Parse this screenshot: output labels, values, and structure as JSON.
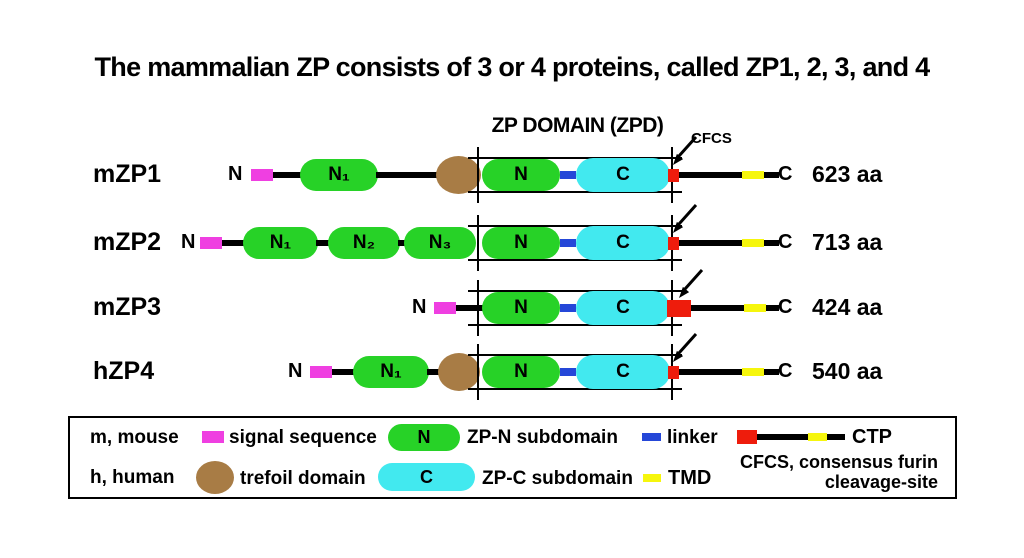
{
  "title": "The mammalian ZP consists of 3 or 4 proteins, called ZP1, 2, 3, and 4",
  "zpd": {
    "header": "ZP DOMAIN (ZPD)",
    "cfcs": "CFCS"
  },
  "rows": [
    {
      "name": "mZP1",
      "n_terminus": "N",
      "c_terminus": "C",
      "aa_length": "623 aa",
      "nterm_domains": [
        "N₁"
      ],
      "zp_n": "N",
      "zp_c": "C",
      "has_trefoil": true
    },
    {
      "name": "mZP2",
      "n_terminus": "N",
      "c_terminus": "C",
      "aa_length": "713 aa",
      "nterm_domains": [
        "N₁",
        "N₂",
        "N₃"
      ],
      "zp_n": "N",
      "zp_c": "C",
      "has_trefoil": false
    },
    {
      "name": "mZP3",
      "n_terminus": "N",
      "c_terminus": "C",
      "aa_length": "424 aa",
      "nterm_domains": [],
      "zp_n": "N",
      "zp_c": "C",
      "has_trefoil": false
    },
    {
      "name": "hZP4",
      "n_terminus": "N",
      "c_terminus": "C",
      "aa_length": "540 aa",
      "nterm_domains": [
        "N₁"
      ],
      "zp_n": "N",
      "zp_c": "C",
      "has_trefoil": true
    }
  ],
  "legend": {
    "species_mouse": "m, mouse",
    "species_human": "h, human",
    "signal_sequence": "signal sequence",
    "trefoil_domain": "trefoil domain",
    "zpn_letter": "N",
    "zpn_label": "ZP-N subdomain",
    "zpc_letter": "C",
    "zpc_label": "ZP-C subdomain",
    "linker_label": "linker",
    "tmd_label": "TMD",
    "ctp_label": "CTP",
    "cfcs_note_line1": "CFCS, consensus furin",
    "cfcs_note_line2": "cleavage-site"
  },
  "colors": {
    "signal_sequence": "#ef3fe1",
    "trefoil": "#a87c45",
    "zp_n_subdomain": "#27d227",
    "zp_c_subdomain": "#42e9ef",
    "linker": "#2547d8",
    "tmd": "#f6f60d",
    "cfcs_site": "#ee1c0c",
    "backbone": "#000000"
  }
}
